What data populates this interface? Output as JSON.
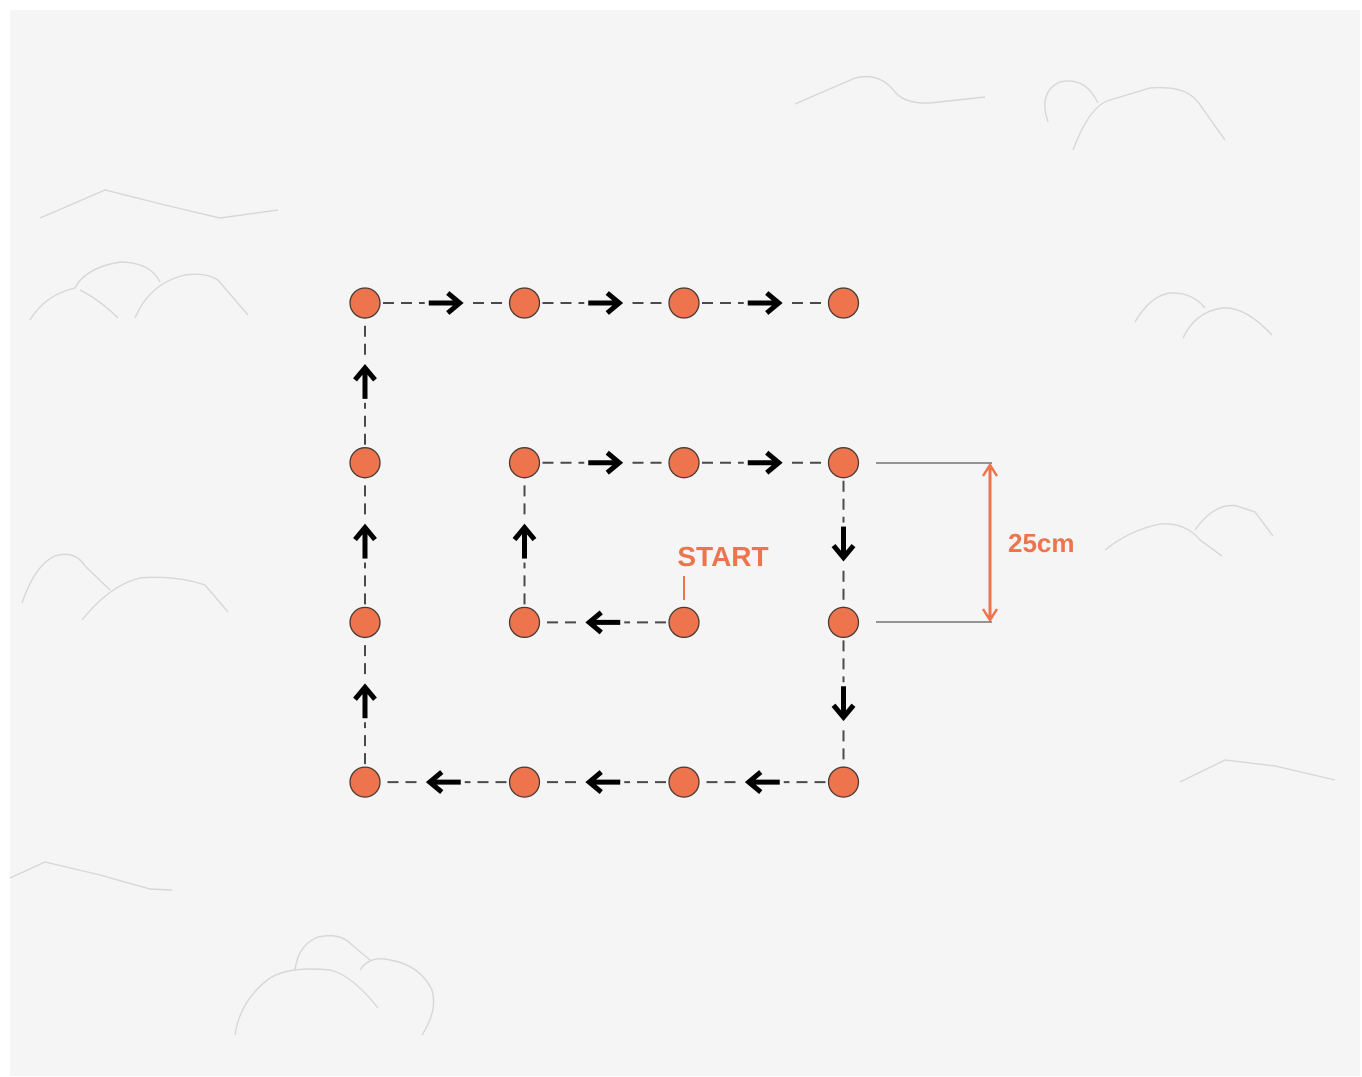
{
  "start_label": "START",
  "distance_label": "25cm",
  "colors": {
    "background": "#f5f5f5",
    "cone": "#ed744c",
    "cone_outline": "#4a3a36",
    "path": "#4a4a4a",
    "arrow": "#000000",
    "accent": "#ed744c",
    "terrain": "#d7d7d7"
  },
  "path": {
    "description": "spiral",
    "cones": [
      {
        "id": "c-start",
        "col": 2,
        "row": 2
      },
      {
        "id": "c-1",
        "col": 1,
        "row": 2
      },
      {
        "id": "c-2",
        "col": 1,
        "row": 1
      },
      {
        "id": "c-3",
        "col": 2,
        "row": 1
      },
      {
        "id": "c-4",
        "col": 3,
        "row": 1
      },
      {
        "id": "c-5",
        "col": 3,
        "row": 2
      },
      {
        "id": "c-6",
        "col": 3,
        "row": 3
      },
      {
        "id": "c-7",
        "col": 2,
        "row": 3
      },
      {
        "id": "c-8",
        "col": 1,
        "row": 3
      },
      {
        "id": "c-9",
        "col": 0,
        "row": 3
      },
      {
        "id": "c-10",
        "col": 0,
        "row": 2
      },
      {
        "id": "c-11",
        "col": 0,
        "row": 1
      },
      {
        "id": "c-12",
        "col": 0,
        "row": 0
      },
      {
        "id": "c-13",
        "col": 1,
        "row": 0
      },
      {
        "id": "c-14",
        "col": 2,
        "row": 0
      },
      {
        "id": "c-15",
        "col": 3,
        "row": 0
      }
    ]
  }
}
